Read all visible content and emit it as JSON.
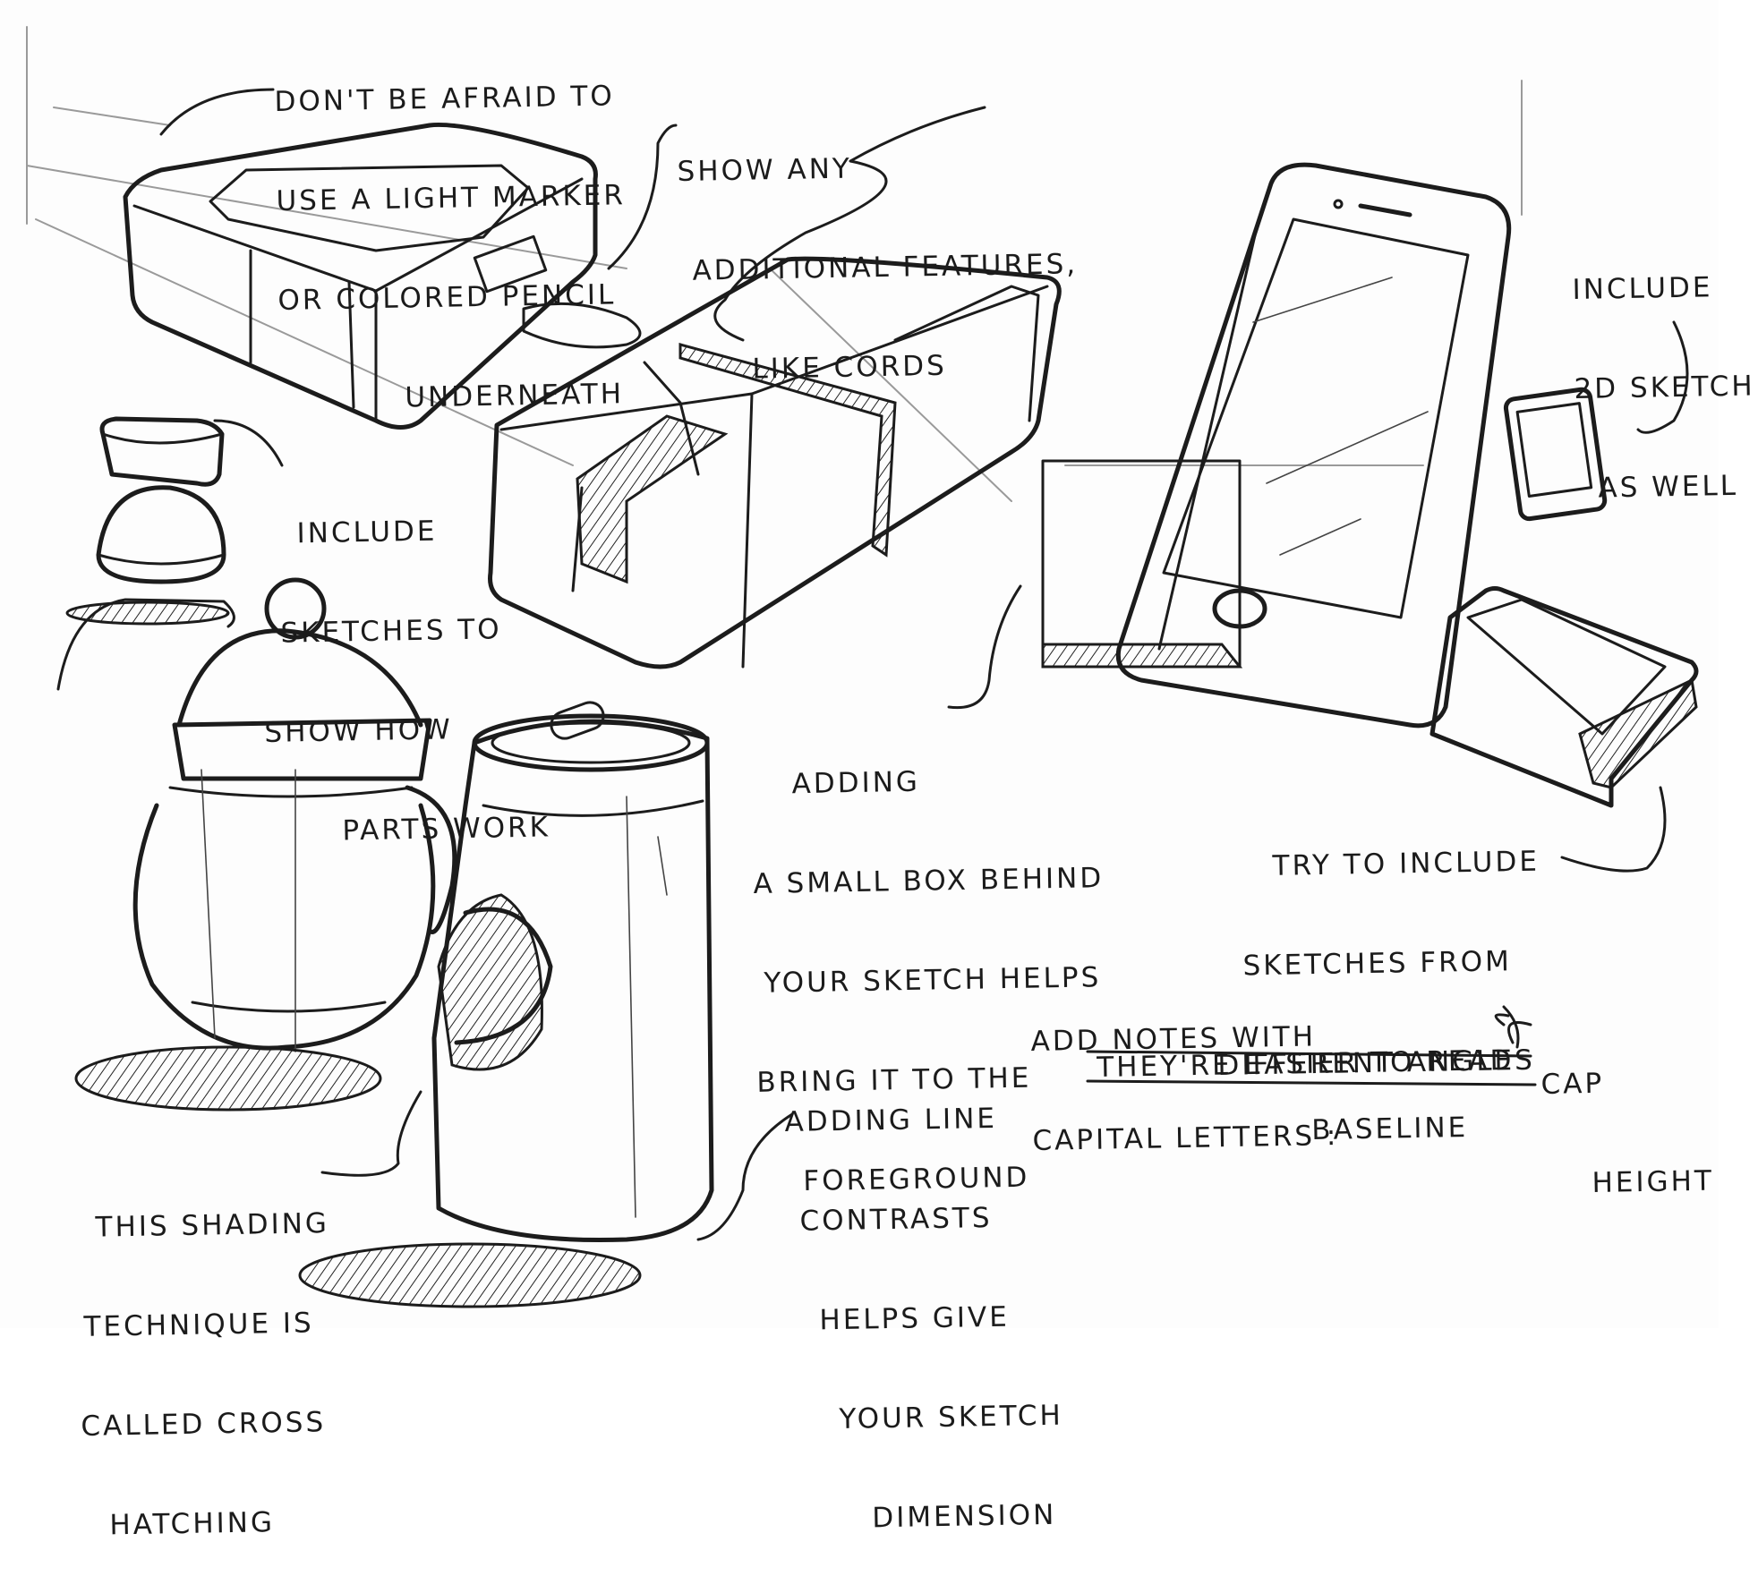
{
  "notes": {
    "light_marker": [
      "DON'T BE AFRAID TO",
      "USE A LIGHT MARKER",
      "OR COLORED PENCIL",
      "UNDERNEATH"
    ],
    "features": [
      "SHOW ANY",
      "ADDITIONAL FEATURES,",
      "LIKE CORDS"
    ],
    "include_2d": [
      "INCLUDE",
      "2D SKETCH",
      "AS WELL"
    ],
    "parts_work": [
      "INCLUDE",
      "SKETCHES TO",
      "SHOW HOW",
      "PARTS WORK"
    ],
    "small_box": [
      "ADDING",
      "A SMALL BOX BEHIND",
      "YOUR SKETCH HELPS",
      "BRING IT TO THE",
      "FOREGROUND"
    ],
    "angles": [
      "TRY TO INCLUDE",
      "SKETCHES FROM",
      "DIFFERENT ANGLES"
    ],
    "capital_letters": [
      "ADD NOTES WITH",
      "CAPITAL LETTERS :"
    ],
    "cap_height": [
      "CAP",
      "HEIGHT"
    ],
    "easier_to_read": "THEY'RE EASIER TO READ",
    "baseline": "BASELINE",
    "line_contrasts": [
      "ADDING LINE",
      "CONTRASTS",
      "HELPS GIVE",
      "YOUR SKETCH",
      "DIMENSION"
    ],
    "cross_hatching": [
      "THIS SHADING",
      "TECHNIQUE IS",
      "CALLED CROSS",
      "HATCHING"
    ]
  },
  "colors": {
    "ink": "#1c1c1c",
    "paper": "#fdfdfd"
  }
}
